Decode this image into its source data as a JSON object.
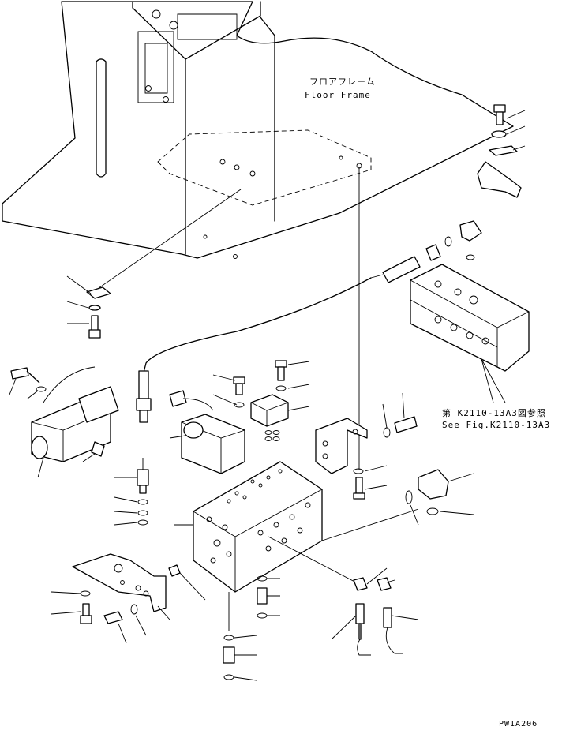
{
  "labels": {
    "floor_frame_jp": "フロアフレーム",
    "floor_frame_en": "Floor Frame",
    "see_fig_jp": "第 K2110-13A3図参照",
    "see_fig_en": "See Fig.K2110-13A3",
    "drawing_id": "PW1A206"
  }
}
